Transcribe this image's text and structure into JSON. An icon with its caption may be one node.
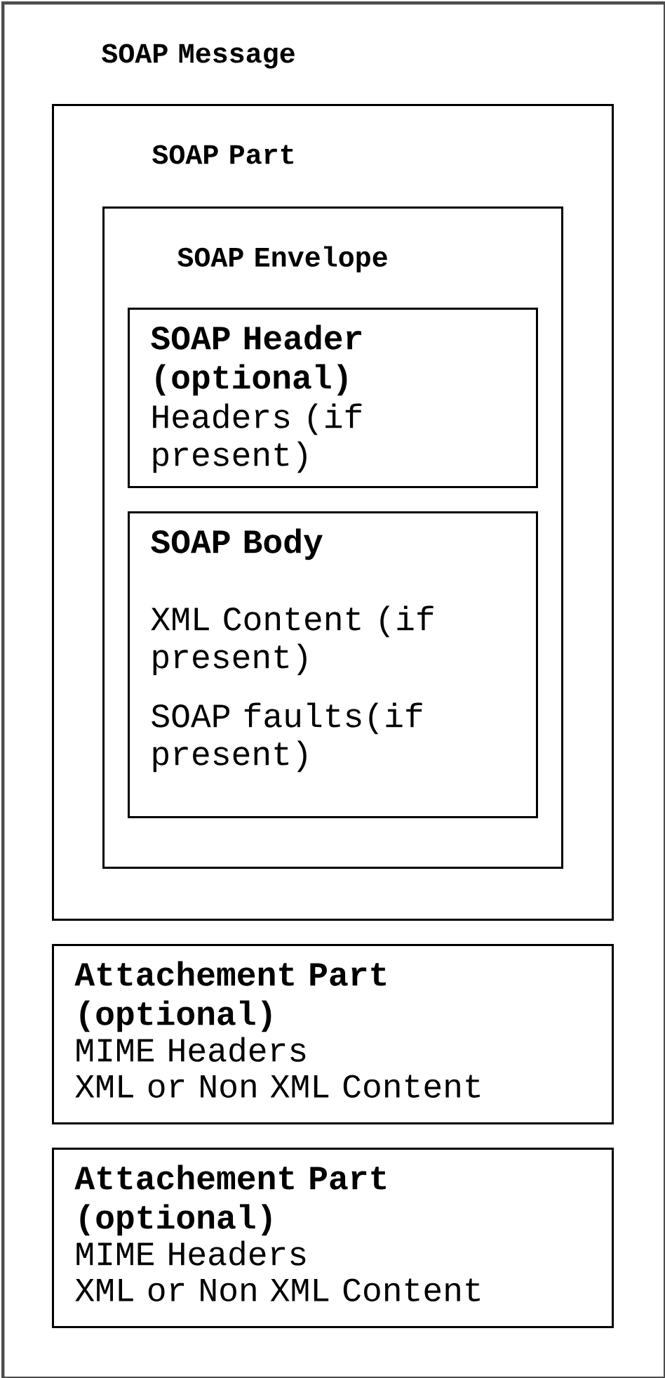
{
  "diagram": {
    "nodes": [
      {
        "text": [
          "SOAP Message"
        ]
      },
      {
        "text": [
          "SOAP Part"
        ],
        "in": 0
      },
      {
        "text": [
          "SOAP Envelope"
        ],
        "in": 1
      },
      {
        "text": [
          "SOAP Header (optional)",
          "Headers (if present)"
        ],
        "in": 2
      },
      {
        "text": [
          "SOAP Body",
          "XML Content (if present)",
          "SOAP faults(if present)"
        ],
        "in": 2
      },
      {
        "text": [
          "Attachement Part (optional)",
          "MIME Headers",
          "XML or Non XML Content"
        ],
        "in": 0
      },
      {
        "text": [
          "Attachement Part (optional)",
          "MIME Headers",
          "XML or Non XML Content"
        ],
        "in": 0
      }
    ]
  }
}
